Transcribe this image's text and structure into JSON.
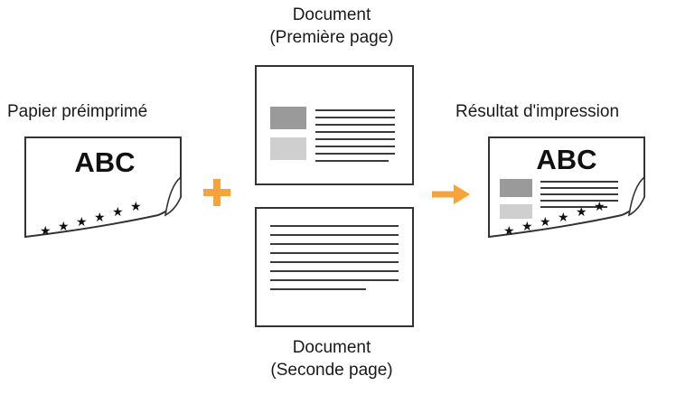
{
  "labels": {
    "preprinted": "Papier préimprimé",
    "doc_first_line1": "Document",
    "doc_first_line2": "(Première page)",
    "doc_second_line1": "Document",
    "doc_second_line2": "(Seconde page)",
    "result": "Résultat d'impression"
  },
  "sheet_text": {
    "preprinted_letters": "ABC",
    "result_letters": "ABC"
  },
  "colors": {
    "accent": "#f5a33c",
    "outline": "#333333",
    "text_lines": "#3a3a3a",
    "block_dark": "#9a9a9a",
    "block_light": "#cfcfcf"
  },
  "icons": {
    "plus": "plus-icon",
    "arrow": "arrow-right-icon",
    "stars": "star-icon"
  }
}
